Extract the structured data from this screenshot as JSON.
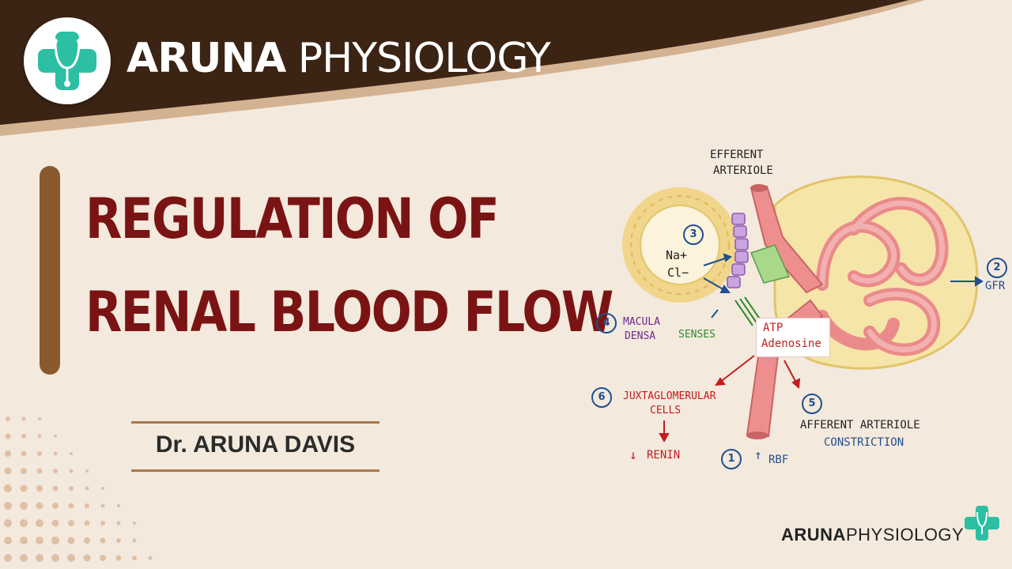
{
  "brand": {
    "bold": "ARUNA",
    "light": " PHYSIOLOGY"
  },
  "title": {
    "line1": "REGULATION OF",
    "line2": "RENAL BLOOD FLOW"
  },
  "author": "Dr. ARUNA DAVIS",
  "diagram": {
    "efferent": [
      "EFFERENT",
      "ARTERIOLE"
    ],
    "na": "Na+",
    "cl": "Cl−",
    "macula": [
      "MACULA",
      "DENSA"
    ],
    "senses": "SENSES",
    "atp": "ATP",
    "adenosine": "Adenosine",
    "gfr": "GFR",
    "juxta": [
      "JUXTAGLOMERULAR",
      "CELLS"
    ],
    "renin": "RENIN",
    "rbf": "RBF",
    "afferent": [
      "AFFERENT ARTERIOLE",
      "CONSTRICTION"
    ],
    "numbers": [
      "1",
      "2",
      "3",
      "4",
      "5",
      "6"
    ]
  },
  "footer": {
    "bold": "ARUNA",
    "light": "PHYSIOLOGY"
  },
  "colors": {
    "banner": "#3b2414",
    "title": "#7a1414",
    "accent": "#8a5a2e",
    "teal": "#2cbfa3",
    "background": "#f4e9dd"
  }
}
